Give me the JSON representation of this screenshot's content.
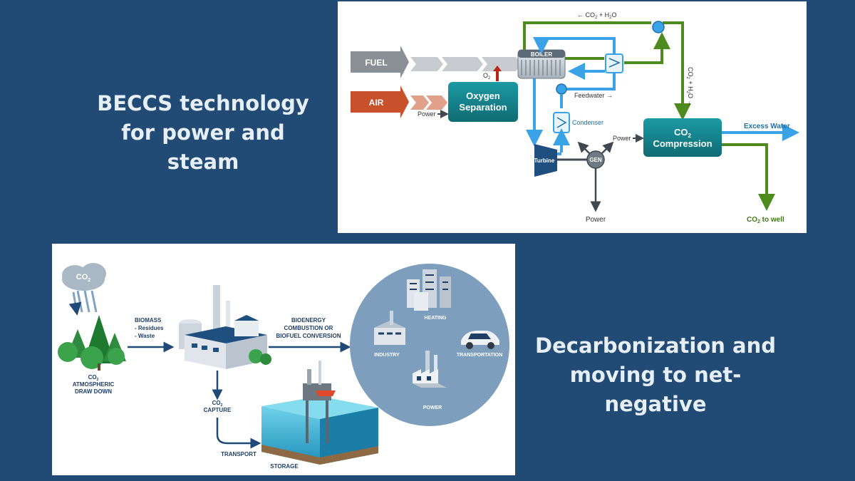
{
  "slide": {
    "title_beccs": [
      "BECCS technology",
      "for power and steam"
    ],
    "title_decarb": [
      "Decarbonization and",
      "moving to net-negative"
    ]
  },
  "process_diagram": {
    "fuel": "FUEL",
    "air": "AIR",
    "o2": "O",
    "o2_sub": "2",
    "power_to_separation": "Power",
    "oxygen_separation": [
      "Oxygen",
      "Separation"
    ],
    "boiler": "BOILER",
    "exhaust": "← CO",
    "exhaust_sub": "2",
    "exhaust_tail": " + H",
    "exhaust_sub2": "2",
    "exhaust_end": "O",
    "exhaust_down": [
      "CO",
      "2",
      " + H",
      "2",
      "O →"
    ],
    "feedwater": "Feedwater →",
    "condenser": "Condenser",
    "turbine": "Turbine",
    "gen": "GEN",
    "power_out": "Power",
    "power_to_compression": "Power",
    "co2_compression": [
      "CO",
      "2",
      "Compression"
    ],
    "excess_water": "Excess Water",
    "co2_to_well": [
      "CO",
      "2",
      " to well"
    ]
  },
  "beccs_diagram": {
    "cloud": [
      "CO",
      "2"
    ],
    "draw_down": [
      "CO",
      "2",
      "ATMOSPHERIC",
      "DRAW DOWN"
    ],
    "biomass": [
      "BIOMASS",
      "- Residues",
      "- Waste"
    ],
    "bioenergy": [
      "BIOENERGY",
      "COMBUSTION OR",
      "BIOFUEL CONVERSION"
    ],
    "capture": [
      "CO",
      "2",
      "CAPTURE"
    ],
    "transport": "TRANSPORT",
    "storage": "STORAGE",
    "uses": {
      "heating": "HEATING",
      "industry": "INDUSTRY",
      "transportation": "TRANSPORTATION",
      "power": "POWER"
    }
  },
  "colors": {
    "background": "#214a75",
    "teal": "#16808a",
    "green": "#4e8a1e",
    "blue": "#3aa3e8",
    "air": "#c8502a",
    "fuel": "#8a8f96",
    "red_o2": "#b52818"
  }
}
